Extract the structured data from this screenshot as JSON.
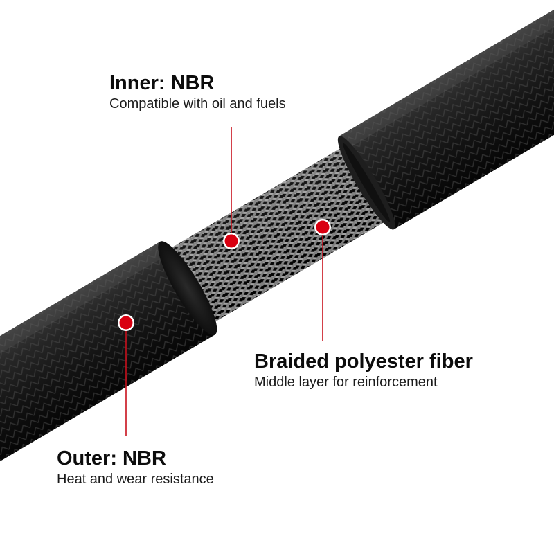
{
  "callouts": {
    "inner": {
      "title": "Inner: NBR",
      "desc": "Compatible with oil and fuels"
    },
    "middle": {
      "title": "Braided polyester fiber",
      "desc": "Middle layer for reinforcement"
    },
    "outer": {
      "title": "Outer: NBR",
      "desc": "Heat and wear resistance"
    }
  },
  "colors": {
    "marker": "#d90011",
    "rubber": "#1b1b1b",
    "braid": "#c8c8c8",
    "background": "#ffffff"
  },
  "icons": [
    "marker-dot-icon"
  ]
}
